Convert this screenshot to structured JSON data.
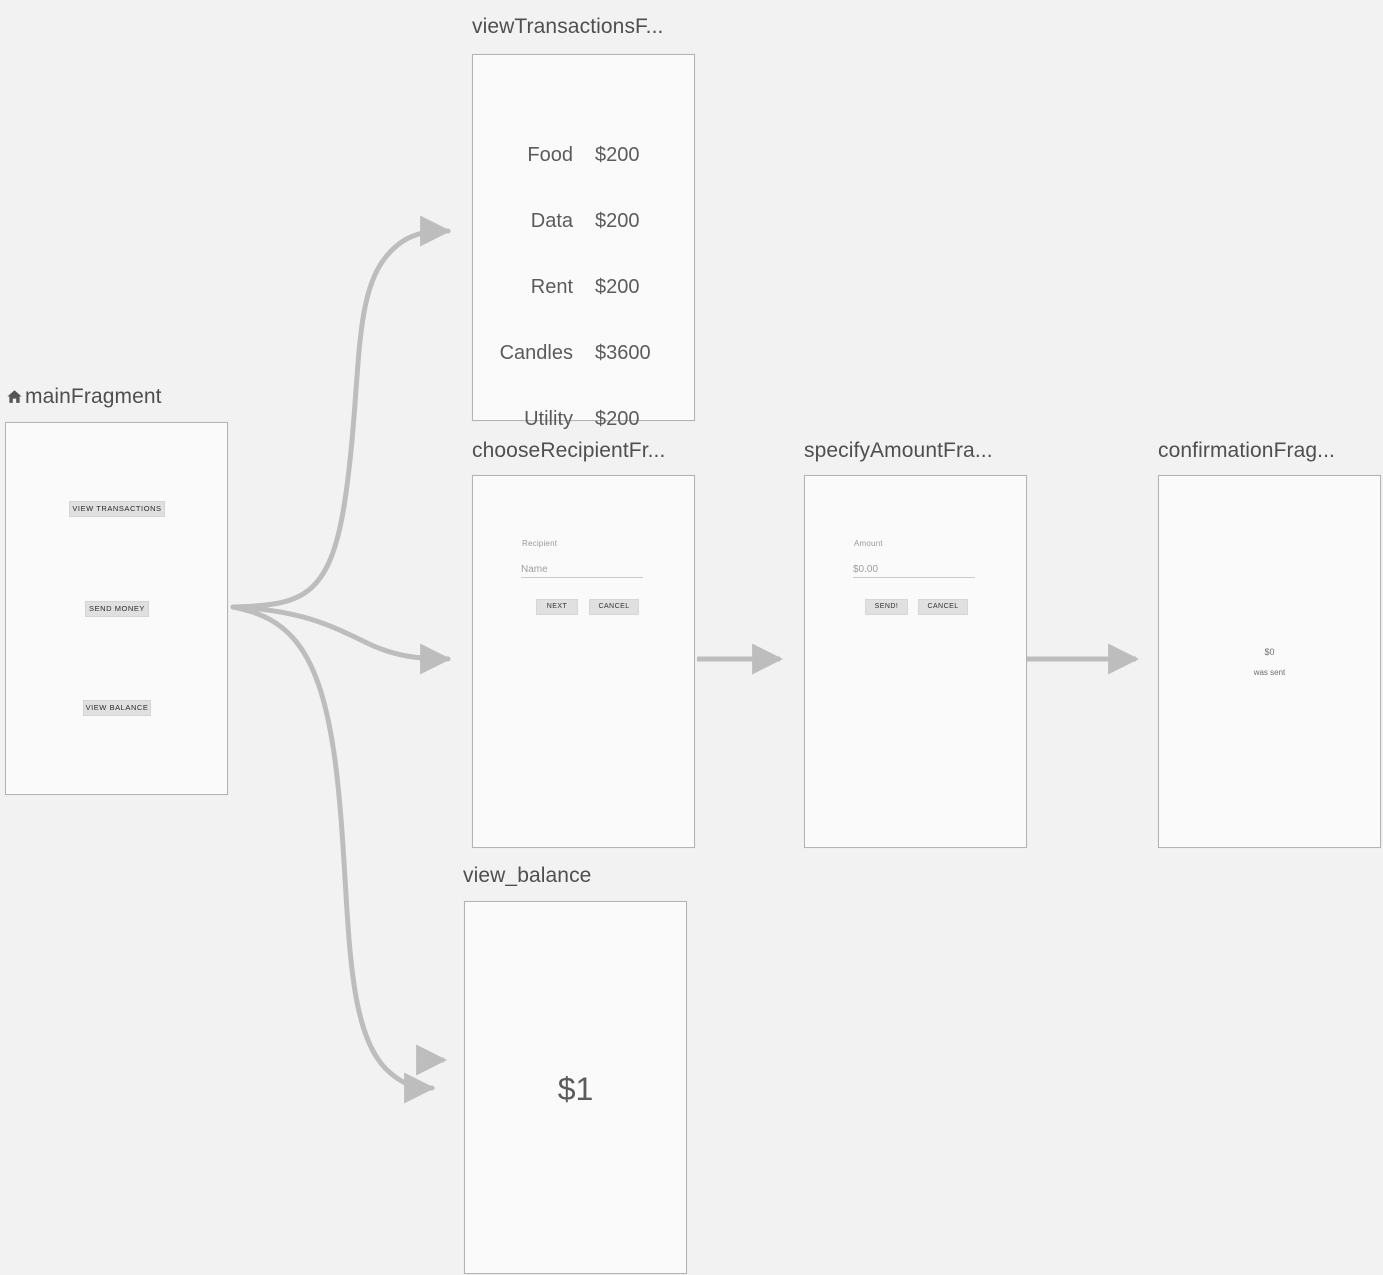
{
  "editor": {
    "name": "navigation-graph-editor",
    "background_color": "#f2f2f2",
    "frame_border_color": "#b3b3b3",
    "frame_fill_color": "#fafafa",
    "edge_color": "#bdbdbd"
  },
  "destinations": {
    "main": {
      "label": "mainFragment",
      "is_start_destination": true,
      "start_icon": "home-icon",
      "buttons": [
        {
          "label": "VIEW TRANSACTIONS"
        },
        {
          "label": "SEND MONEY"
        },
        {
          "label": "VIEW BALANCE"
        }
      ]
    },
    "view_transactions": {
      "label": "viewTransactionsF...",
      "full_label": "viewTransactionsFragment",
      "rows": [
        {
          "name": "Food",
          "amount": "$200"
        },
        {
          "name": "Data",
          "amount": "$200"
        },
        {
          "name": "Rent",
          "amount": "$200"
        },
        {
          "name": "Candles",
          "amount": "$3600"
        },
        {
          "name": "Utility",
          "amount": "$200"
        }
      ]
    },
    "choose_recipient": {
      "label": "chooseRecipientFr...",
      "full_label": "chooseRecipientFragment",
      "field_label": "Recipient",
      "field_placeholder": "Name",
      "primary_button": "NEXT",
      "secondary_button": "CANCEL"
    },
    "specify_amount": {
      "label": "specifyAmountFra...",
      "full_label": "specifyAmountFragment",
      "field_label": "Amount",
      "field_placeholder": "$0.00",
      "primary_button": "SEND!",
      "secondary_button": "CANCEL"
    },
    "confirmation": {
      "label": "confirmationFrag...",
      "full_label": "confirmationFragment",
      "amount_text": "$0",
      "status_text": "was sent"
    },
    "view_balance": {
      "label": "view_balance",
      "balance_text": "$1"
    }
  },
  "connections": [
    {
      "from": "mainFragment",
      "to": "viewTransactionsFragment",
      "type": "curved-action"
    },
    {
      "from": "mainFragment",
      "to": "chooseRecipientFragment",
      "type": "curved-action"
    },
    {
      "from": "mainFragment",
      "to": "view_balance",
      "type": "curved-action"
    },
    {
      "from": "mainFragment",
      "to": "view_balance",
      "type": "secondary-action"
    },
    {
      "from": "chooseRecipientFragment",
      "to": "specifyAmountFragment",
      "type": "straight-action"
    },
    {
      "from": "specifyAmountFragment",
      "to": "confirmationFragment",
      "type": "straight-action"
    }
  ]
}
